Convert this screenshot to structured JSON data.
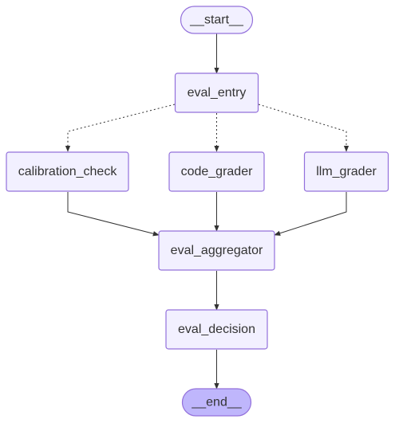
{
  "nodes": {
    "start": {
      "label": "__start__"
    },
    "eval_entry": {
      "label": "eval_entry"
    },
    "calibration_check": {
      "label": "calibration_check"
    },
    "code_grader": {
      "label": "code_grader"
    },
    "llm_grader": {
      "label": "llm_grader"
    },
    "eval_aggregator": {
      "label": "eval_aggregator"
    },
    "eval_decision": {
      "label": "eval_decision"
    },
    "end": {
      "label": "__end__"
    }
  },
  "edges": [
    {
      "from": "start",
      "to": "eval_entry",
      "style": "solid"
    },
    {
      "from": "eval_entry",
      "to": "calibration_check",
      "style": "dotted"
    },
    {
      "from": "eval_entry",
      "to": "code_grader",
      "style": "dotted"
    },
    {
      "from": "eval_entry",
      "to": "llm_grader",
      "style": "dotted"
    },
    {
      "from": "calibration_check",
      "to": "eval_aggregator",
      "style": "solid"
    },
    {
      "from": "code_grader",
      "to": "eval_aggregator",
      "style": "solid"
    },
    {
      "from": "llm_grader",
      "to": "eval_aggregator",
      "style": "solid"
    },
    {
      "from": "eval_aggregator",
      "to": "eval_decision",
      "style": "solid"
    },
    {
      "from": "eval_decision",
      "to": "end",
      "style": "solid"
    }
  ],
  "colors": {
    "node_fill": "#f2f0ff",
    "node_border": "#9370db",
    "end_fill": "#bfb6fc",
    "edge": "#333333",
    "text": "#333333"
  }
}
